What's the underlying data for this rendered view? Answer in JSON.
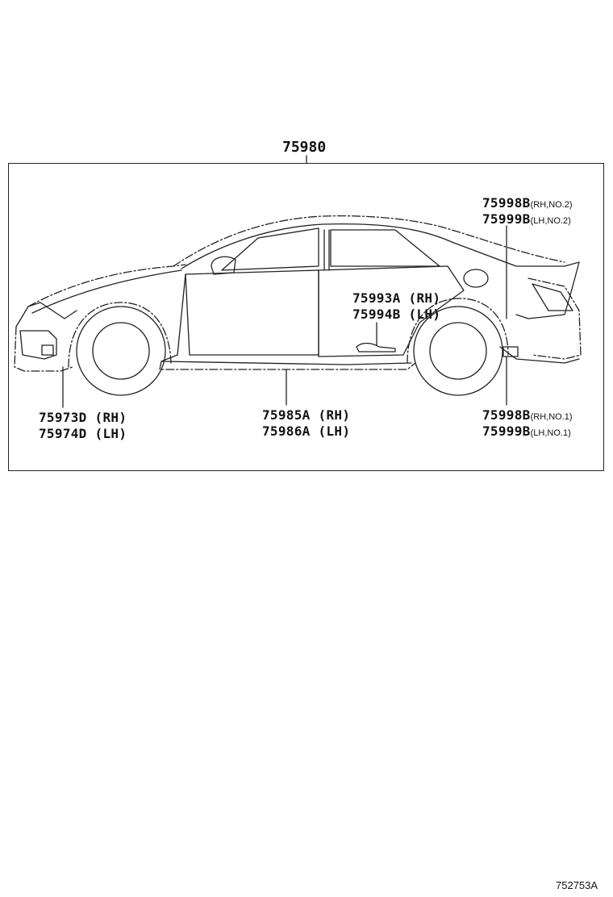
{
  "assembly_number": "75980",
  "figure_id": "752753A",
  "callouts": {
    "rear_upper": [
      {
        "part": "75998B",
        "note": "(RH,NO.2)"
      },
      {
        "part": "75999B",
        "note": "(LH,NO.2)"
      }
    ],
    "door": [
      "75993A (RH)",
      "75994B (LH)"
    ],
    "front_bumper": [
      "75973D (RH)",
      "75974D (LH)"
    ],
    "rocker": [
      "75985A (RH)",
      "75986A (LH)"
    ],
    "rear_lower": [
      {
        "part": "75998B",
        "note": "(RH,NO.1)"
      },
      {
        "part": "75999B",
        "note": "(LH,NO.1)"
      }
    ]
  }
}
